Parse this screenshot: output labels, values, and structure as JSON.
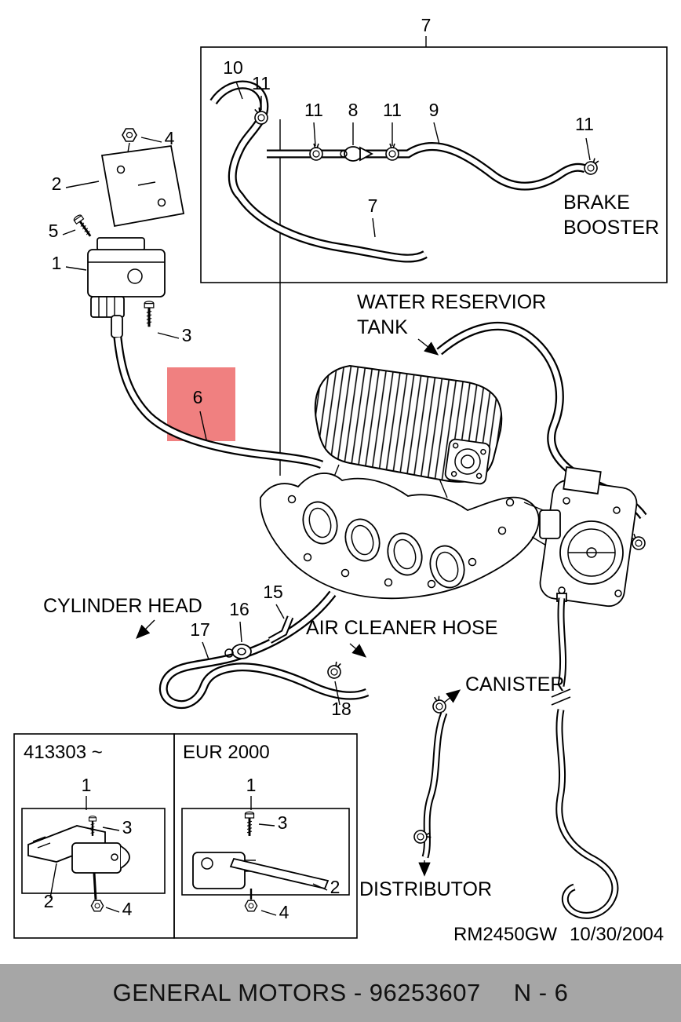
{
  "colors": {
    "highlight": "#f08080",
    "footer_bar": "#a6a6a6",
    "line": "#000000"
  },
  "callouts": {
    "top_box_ref": "7",
    "n10": "10",
    "n11a": "11",
    "n11b": "11",
    "n8": "8",
    "n11c": "11",
    "n9": "9",
    "n11d": "11",
    "n7_hose": "7",
    "n4": "4",
    "n2": "2",
    "n5": "5",
    "n1": "1",
    "n3": "3",
    "n6": "6",
    "n15": "15",
    "n16": "16",
    "n17": "17",
    "n18": "18"
  },
  "labels": {
    "brake_booster_1": "BRAKE",
    "brake_booster_2": "BOOSTER",
    "water_tank_1": "WATER RESERVIOR",
    "water_tank_2": "TANK",
    "cylinder_head": "CYLINDER HEAD",
    "air_cleaner_hose": "AIR CLEANER HOSE",
    "canister": "CANISTER",
    "distributor": "DISTRIBUTOR"
  },
  "insets": {
    "left": {
      "title": "413303 ~",
      "n1": "1",
      "n3": "3",
      "n2": "2",
      "n4": "4"
    },
    "right": {
      "title": "EUR 2000",
      "n1": "1",
      "n3": "3",
      "n2": "2",
      "n4": "4"
    }
  },
  "footer": {
    "doc_code": "RM2450GW",
    "doc_date": "10/30/2004",
    "bar_left": "GENERAL MOTORS - 96253607",
    "bar_right": "N - 6"
  }
}
